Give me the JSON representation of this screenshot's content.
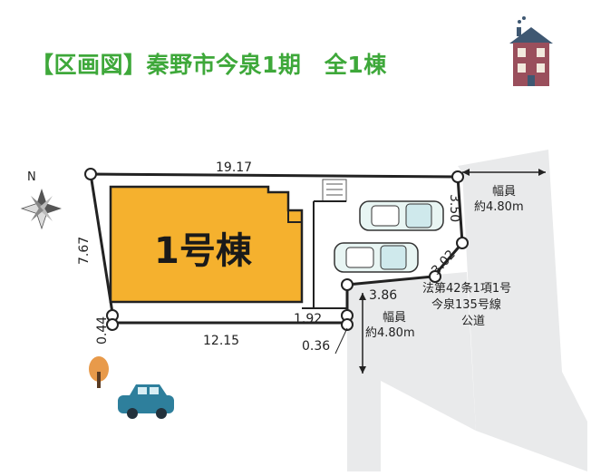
{
  "title": "【区画図】秦野市今泉1期　全1棟",
  "building": {
    "label": "1号棟"
  },
  "dimensions": {
    "top": "19.17",
    "left": "7.67",
    "bottom": "12.15",
    "corner_left": "0.44",
    "bottom_right": "0.36",
    "notch_top": "1.92",
    "notch_bottom": "3.86",
    "right_upper": "3.50",
    "right_diag": "3.02"
  },
  "road_right": {
    "line1": "幅員",
    "line2": "約4.80m"
  },
  "road_bottom": {
    "line1": "幅員",
    "line2": "約4.80m"
  },
  "road_info": {
    "line1": "法第42条1項1号",
    "line2": "今泉135号線",
    "line3": "公道"
  },
  "compass": {
    "north": "N"
  },
  "colors": {
    "title": "#3ea83a",
    "building": "#f5b12e",
    "road": "#e9eaeb",
    "car": "#2e7f9c"
  }
}
